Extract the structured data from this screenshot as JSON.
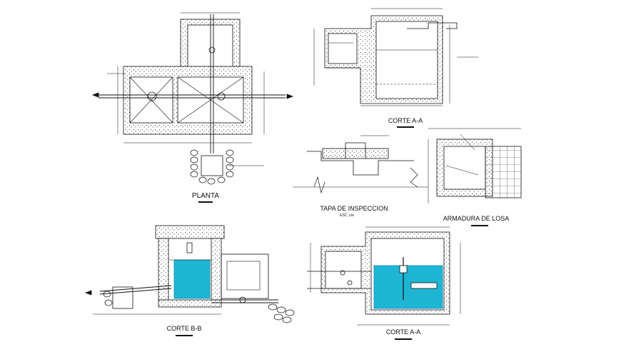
{
  "labels": {
    "planta": "PLANTA",
    "corte_aa_top": "CORTE A-A",
    "tapa": "TAPA DE INSPECCION",
    "tapa_scale": "ESC. s/e",
    "armadura": "ARMADURA DE LOSA",
    "corte_bb": "CORTE B-B",
    "corte_aa_bottom": "CORTE A-A"
  },
  "colors": {
    "line": "#111111",
    "hatch": "#555555",
    "water": "#1fb6d6",
    "water_dark": "#0e8fb0",
    "paper": "#ffffff"
  }
}
